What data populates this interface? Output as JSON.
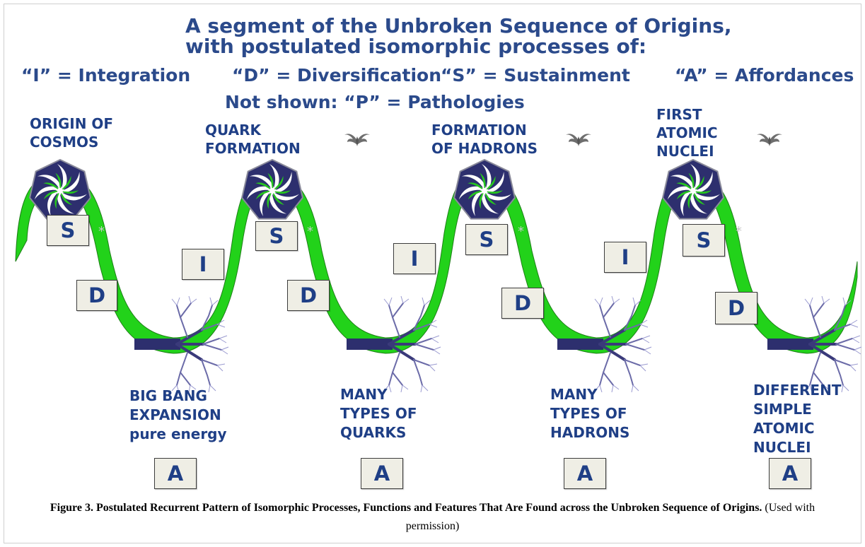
{
  "title": {
    "line1": "A segment of the Unbroken Sequence of Origins,",
    "line2": "with postulated isomorphic processes of:"
  },
  "legend": {
    "integration": "“I” = Integration",
    "diversification": "“D” = Diversification",
    "sustainment": "“S” = Sustainment",
    "affordances": "“A” = Affordances",
    "not_shown": "Not shown: “P” = Pathologies"
  },
  "stages": [
    {
      "top_label": [
        "ORIGIN OF",
        "COSMOS"
      ],
      "bottom_label": [
        "BIG BANG",
        "EXPANSION",
        "pure energy"
      ]
    },
    {
      "top_label": [
        "QUARK",
        "FORMATION"
      ],
      "bottom_label": [
        "MANY",
        "TYPES OF",
        "QUARKS"
      ]
    },
    {
      "top_label": [
        "FORMATION",
        "OF HADRONS"
      ],
      "bottom_label": [
        "MANY",
        "TYPES OF",
        "HADRONS"
      ]
    },
    {
      "top_label": [
        "FIRST",
        "ATOMIC",
        "NUCLEI"
      ],
      "bottom_label": [
        "DIFFERENT",
        "SIMPLE",
        "ATOMIC",
        "NUCLEI"
      ]
    }
  ],
  "boxes": {
    "s": "S",
    "i": "I",
    "d": "D",
    "a": "A"
  },
  "caption": {
    "bold": "Figure 3. Postulated Recurrent Pattern of Isomorphic Processes, Functions and Features That Are Found across the Unbroken Sequence of Origins.",
    "normal": " (Used with permission)"
  },
  "colors": {
    "text_blue": "#2b4a8b",
    "wave_green": "#22d21a",
    "heptagon_navy": "#2d2f6e",
    "box_fill": "#efeee5"
  }
}
